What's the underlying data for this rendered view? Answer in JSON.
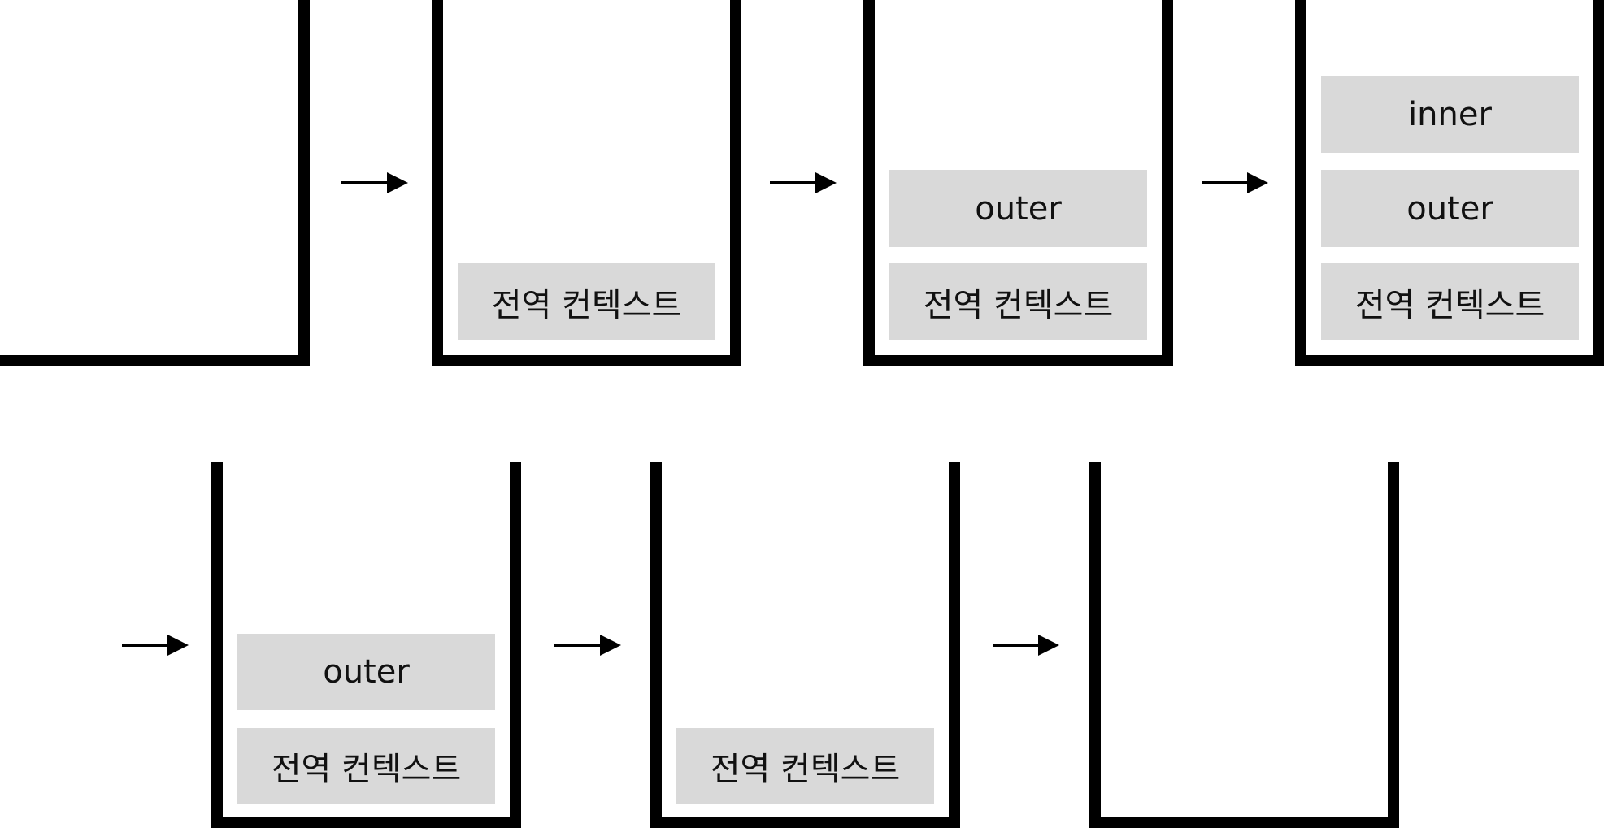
{
  "diagram": {
    "labels": {
      "global": "전역 컨텍스트",
      "outer": "outer",
      "inner": "inner"
    },
    "states": [
      {
        "frames": []
      },
      {
        "frames": [
          "전역 컨텍스트"
        ]
      },
      {
        "frames": [
          "outer",
          "전역 컨텍스트"
        ]
      },
      {
        "frames": [
          "inner",
          "outer",
          "전역 컨텍스트"
        ]
      },
      {
        "frames": [
          "outer",
          "전역 컨텍스트"
        ]
      },
      {
        "frames": [
          "전역 컨텍스트"
        ]
      },
      {
        "frames": []
      }
    ]
  }
}
